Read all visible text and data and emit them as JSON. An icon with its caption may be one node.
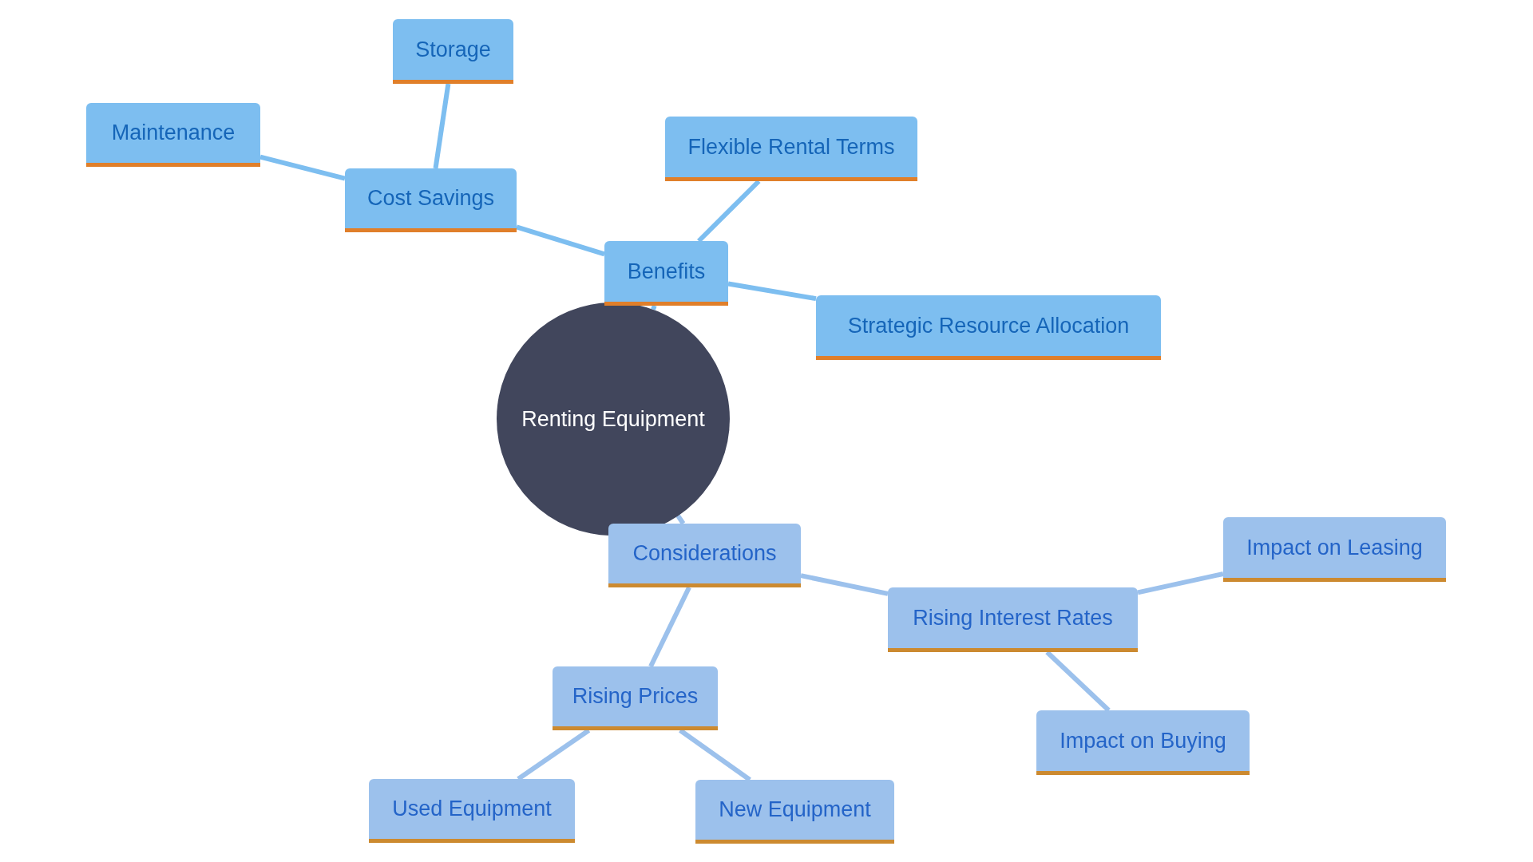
{
  "diagram": {
    "nodes": [
      {
        "text": [
          "Renting Equipment"
        ]
      },
      {
        "text": [
          "Benefits"
        ]
      },
      {
        "text": [
          "Cost Savings"
        ]
      },
      {
        "text": [
          "Storage"
        ]
      },
      {
        "text": [
          "Maintenance"
        ]
      },
      {
        "text": [
          "Flexible Rental Terms"
        ]
      },
      {
        "text": [
          "Strategic Resource Allocation"
        ]
      },
      {
        "text": [
          "Considerations"
        ]
      },
      {
        "text": [
          "Rising Interest Rates"
        ]
      },
      {
        "text": [
          "Impact on Leasing"
        ]
      },
      {
        "text": [
          "Impact on Buying"
        ]
      },
      {
        "text": [
          "Rising Prices"
        ]
      },
      {
        "text": [
          "Used Equipment"
        ]
      },
      {
        "text": [
          "New Equipment"
        ]
      }
    ],
    "edges": [
      {
        "from": 0,
        "to": 1,
        "arrow": "none",
        "color": "#7dbef0"
      },
      {
        "from": 1,
        "to": 2,
        "arrow": "none",
        "color": "#7dbef0"
      },
      {
        "from": 2,
        "to": 3,
        "arrow": "none",
        "color": "#7dbef0"
      },
      {
        "from": 2,
        "to": 4,
        "arrow": "none",
        "color": "#7dbef0"
      },
      {
        "from": 1,
        "to": 5,
        "arrow": "none",
        "color": "#7dbef0"
      },
      {
        "from": 1,
        "to": 6,
        "arrow": "none",
        "color": "#7dbef0"
      },
      {
        "from": 0,
        "to": 7,
        "arrow": "none"
      },
      {
        "from": 7,
        "to": 8,
        "arrow": "none"
      },
      {
        "from": 8,
        "to": 9,
        "arrow": "none"
      },
      {
        "from": 8,
        "to": 10,
        "arrow": "none"
      },
      {
        "from": 7,
        "to": 11,
        "arrow": "none"
      },
      {
        "from": 11,
        "to": 12,
        "arrow": "none"
      },
      {
        "from": 11,
        "to": 13,
        "arrow": "none"
      }
    ]
  }
}
